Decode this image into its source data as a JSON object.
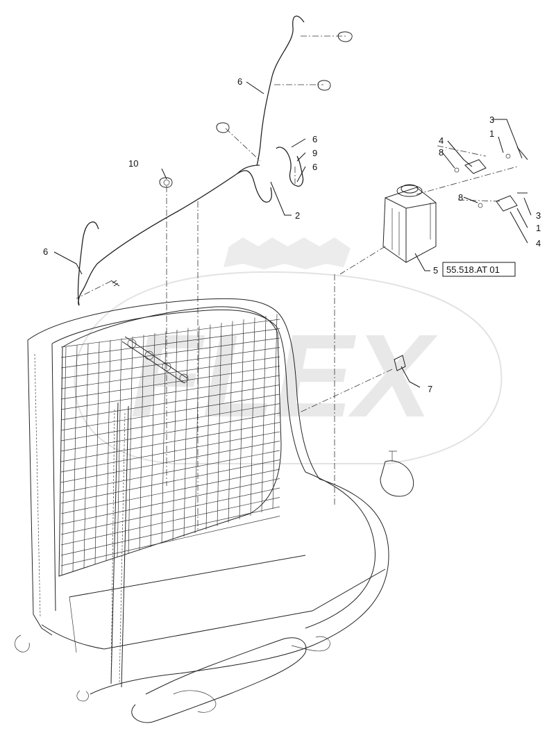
{
  "callouts": [
    {
      "id": "c6a",
      "text": "6"
    },
    {
      "id": "c10",
      "text": "10"
    },
    {
      "id": "c6b",
      "text": "6"
    },
    {
      "id": "c9",
      "text": "9"
    },
    {
      "id": "c6c",
      "text": "6"
    },
    {
      "id": "c2",
      "text": "2"
    },
    {
      "id": "c6d",
      "text": "6"
    },
    {
      "id": "c3a",
      "text": "3"
    },
    {
      "id": "c1a",
      "text": "1"
    },
    {
      "id": "c4a",
      "text": "4"
    },
    {
      "id": "c8a",
      "text": "8"
    },
    {
      "id": "c8b",
      "text": "8"
    },
    {
      "id": "c3b",
      "text": "3"
    },
    {
      "id": "c1b",
      "text": "1"
    },
    {
      "id": "c4b",
      "text": "4"
    },
    {
      "id": "c5",
      "text": "5"
    },
    {
      "id": "c7",
      "text": "7"
    }
  ],
  "reference": {
    "text": "55.518.AT 01"
  },
  "watermark": {
    "text": "FLEX",
    "color": "#dcdcdc"
  }
}
